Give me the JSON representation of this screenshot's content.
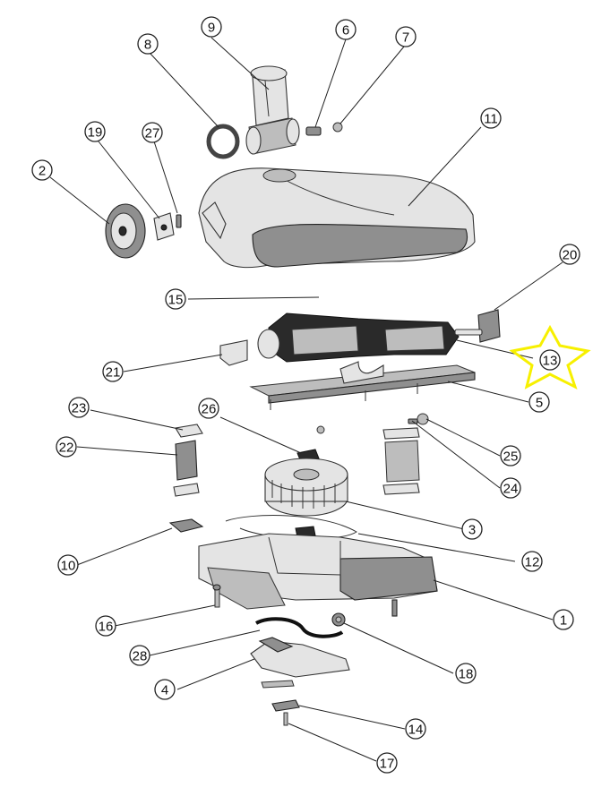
{
  "callouts": [
    {
      "number": "1"
    },
    {
      "number": "2"
    },
    {
      "number": "3"
    },
    {
      "number": "4"
    },
    {
      "number": "5"
    },
    {
      "number": "6"
    },
    {
      "number": "7"
    },
    {
      "number": "8"
    },
    {
      "number": "9"
    },
    {
      "number": "10"
    },
    {
      "number": "11"
    },
    {
      "number": "12"
    },
    {
      "number": "13",
      "highlighted": true
    },
    {
      "number": "14"
    },
    {
      "number": "15"
    },
    {
      "number": "16"
    },
    {
      "number": "17"
    },
    {
      "number": "18"
    },
    {
      "number": "19"
    },
    {
      "number": "20"
    },
    {
      "number": "21"
    },
    {
      "number": "22"
    },
    {
      "number": "23"
    },
    {
      "number": "24"
    },
    {
      "number": "25"
    },
    {
      "number": "26"
    },
    {
      "number": "27"
    },
    {
      "number": "28"
    }
  ],
  "highlight": {
    "shape": "star",
    "color": "#f7f000",
    "target": "13"
  },
  "colors": {
    "outline": "#222222",
    "part_fill": "#e4e4e4",
    "part_dark": "#8f8f8f"
  }
}
